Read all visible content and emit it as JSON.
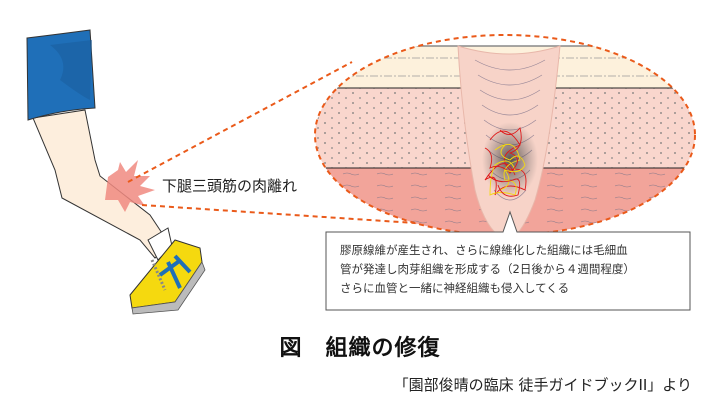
{
  "injury_label": "下腿三頭筋の肉離れ",
  "callout": {
    "lines": [
      "膠原線維が産生され、さらに線維化した組織には毛細血",
      "管が発達し肉芽組織を形成する（2日後から４週間程度）",
      "さらに血管と一緒に神経組織も侵入してくる"
    ]
  },
  "figure_title": "図　組織の修復",
  "source": "「園部俊晴の臨床 徒手ガイドブックII」より",
  "colors": {
    "shorts": "#1f6fb8",
    "skin": "#fdeedd",
    "shoe": "#f5d90f",
    "dashed_line": "#ea5a1a",
    "epidermis": "#fdf1dc",
    "dermis": "#f9d6cd",
    "subcutis": "#f2a49a"
  }
}
